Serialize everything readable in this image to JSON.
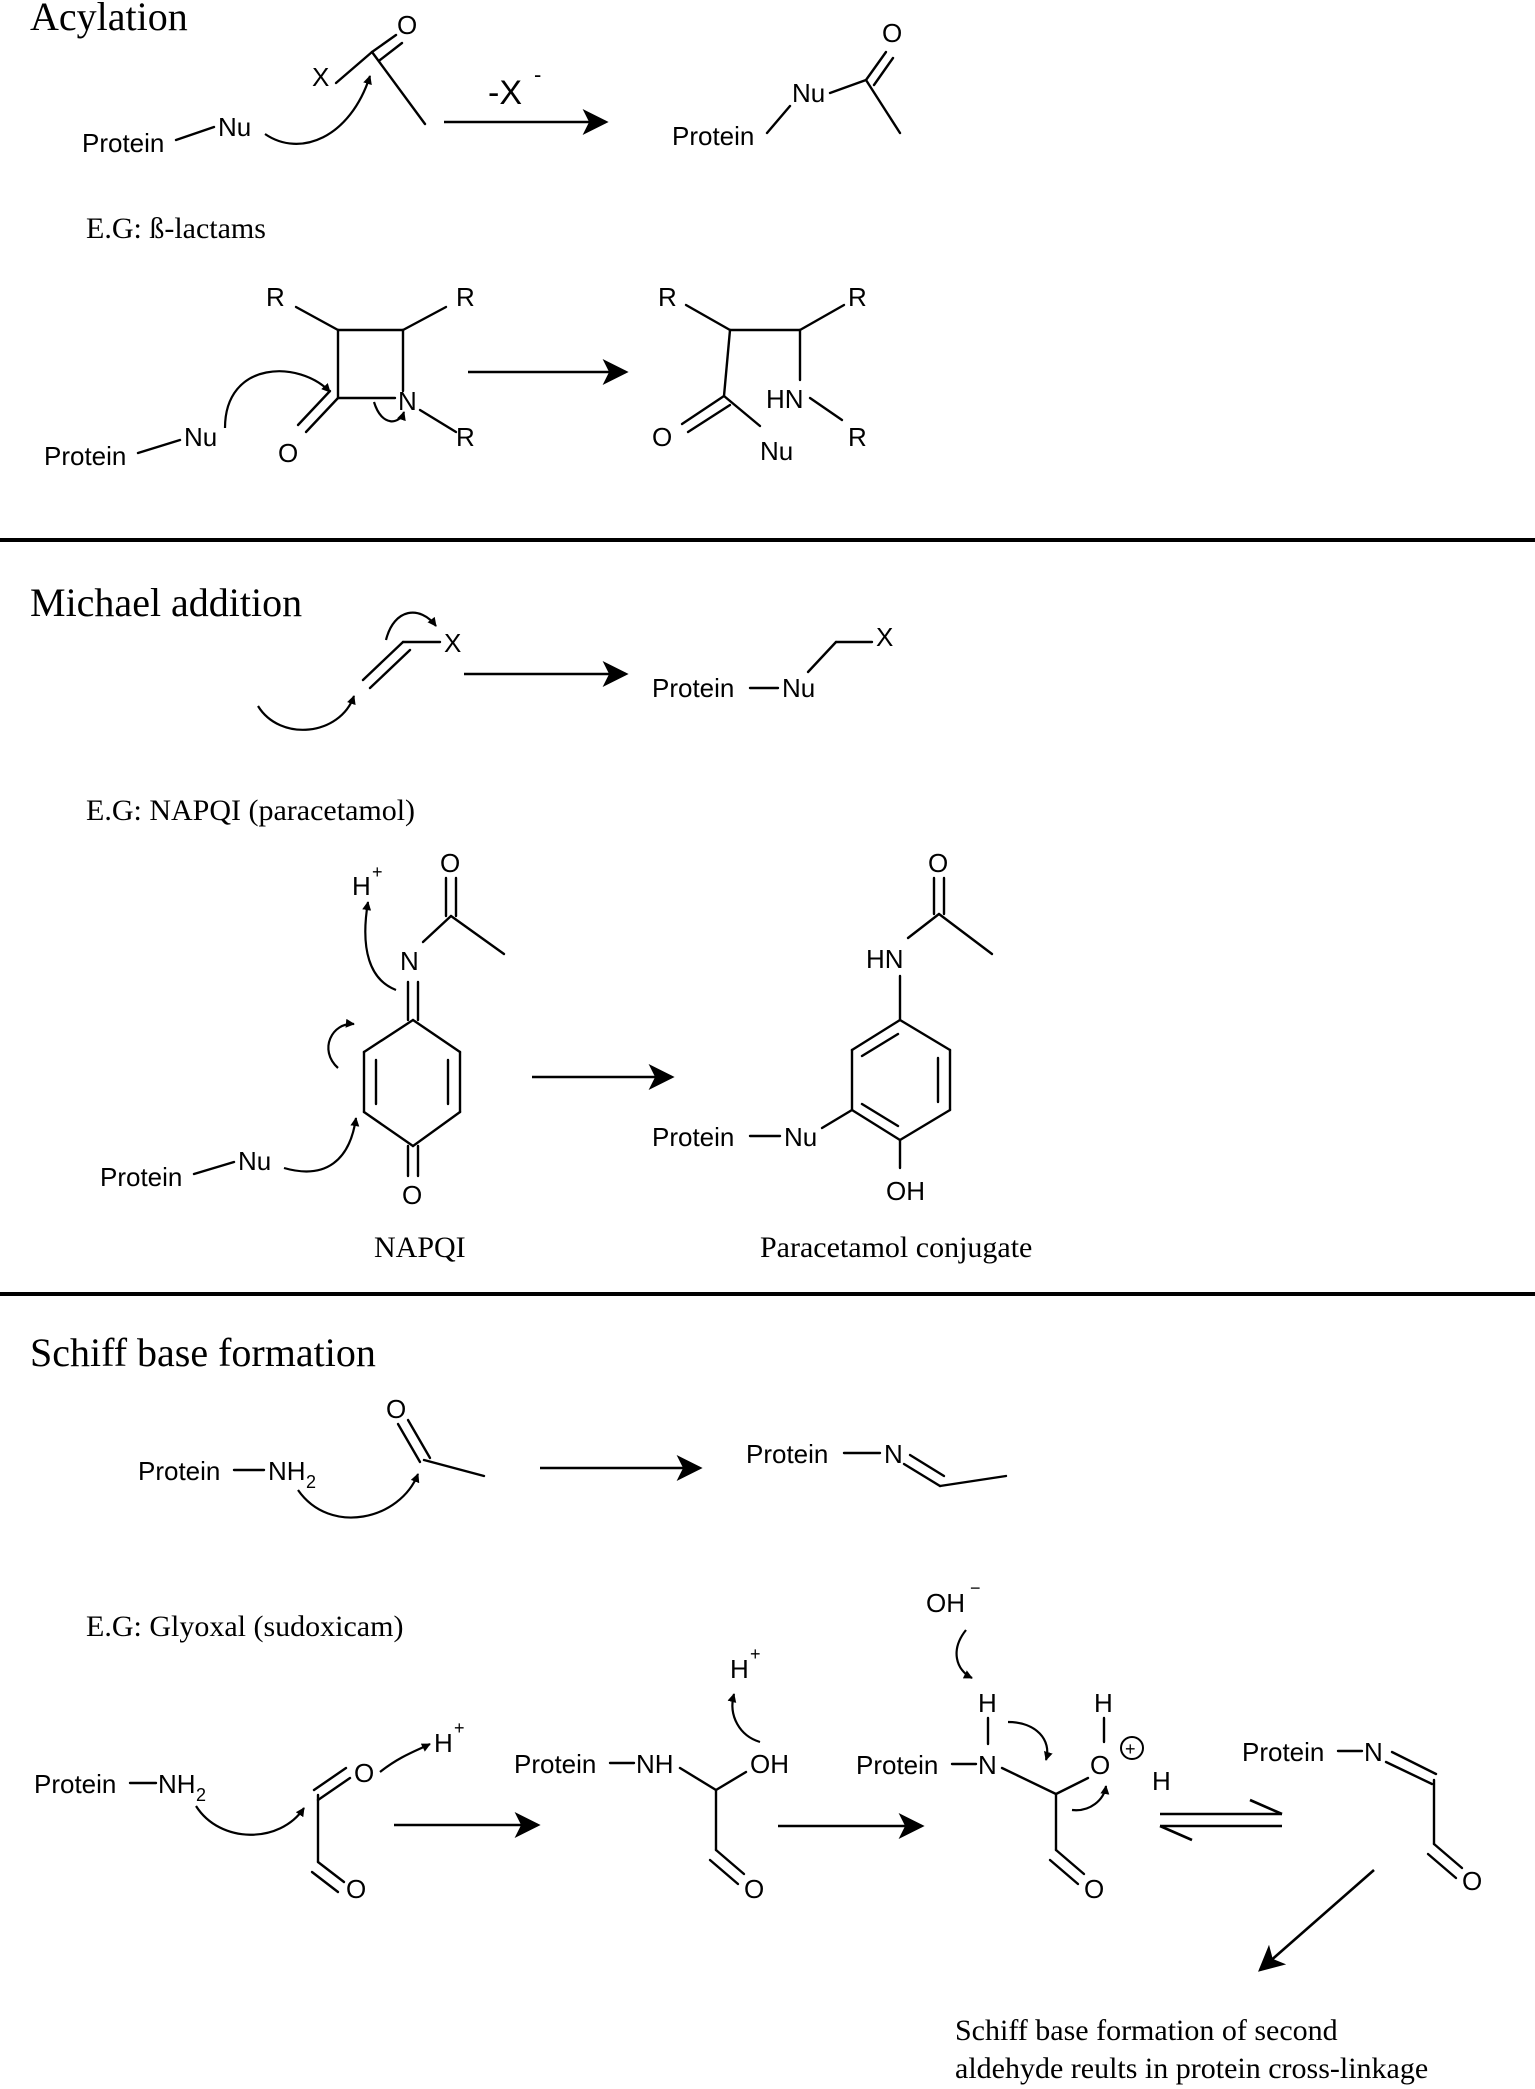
{
  "sections": {
    "acylation": {
      "title": "Acylation",
      "leaving_group": "-X",
      "leaving_charge": "-",
      "example": "E.G: ß-lactams"
    },
    "michael": {
      "title": "Michael addition",
      "example": "E.G: NAPQI (paracetamol)",
      "reactant_name": "NAPQI",
      "product_name": "Paracetamol conjugate"
    },
    "schiff": {
      "title": "Schiff base formation",
      "example": "E.G: Glyoxal (sudoxicam)",
      "footnote_line1": "Schiff base formation of second",
      "footnote_line2": "aldehyde reults in protein cross-linkage"
    }
  },
  "atoms": {
    "protein": "Protein",
    "nu": "Nu",
    "x": "X",
    "o": "O",
    "n": "N",
    "r": "R",
    "hn": "HN",
    "h": "H",
    "oh": "OH",
    "nh": "NH",
    "nh2_base": "NH",
    "sub2": "2",
    "plus": "+",
    "minus": "−",
    "oplus": "+"
  }
}
